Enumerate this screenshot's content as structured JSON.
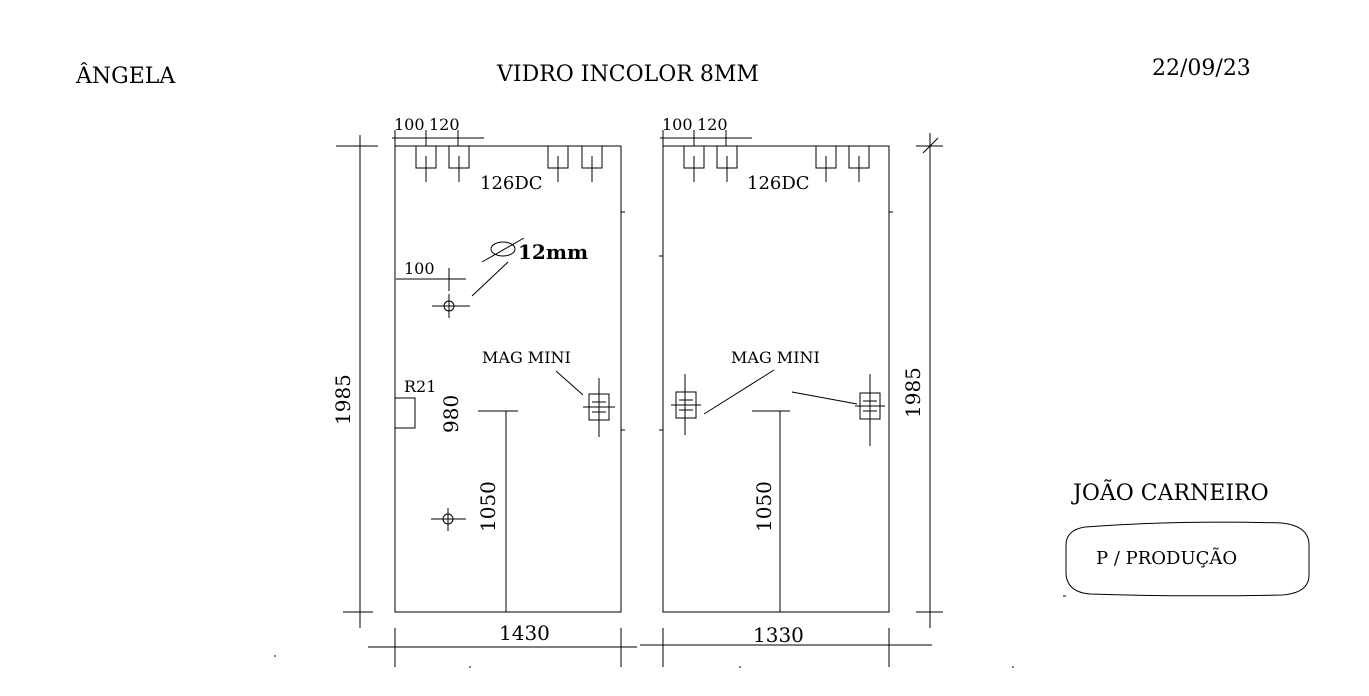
{
  "header": {
    "client": "ÂNGELA",
    "material": "VIDRO INCOLOR 8MM",
    "date": "22/09/23"
  },
  "panel_left": {
    "hinge_dim_a": "100",
    "hinge_dim_b": "120",
    "hinge_label": "126DC",
    "hole_diameter": "12mm",
    "hole_offset": "100",
    "lock_label": "MAG MINI",
    "notch_label": "R21",
    "notch_height": "980",
    "handle_height": "1050",
    "height": "1985",
    "width": "1430"
  },
  "panel_right": {
    "hinge_dim_a": "100",
    "hinge_dim_b": "120",
    "hinge_label": "126DC",
    "lock_label": "MAG MINI",
    "handle_height": "1050",
    "height": "1985",
    "width": "1330"
  },
  "footer": {
    "author": "JOÃO CARNEIRO",
    "stamp": "P / PRODUÇÃO"
  }
}
